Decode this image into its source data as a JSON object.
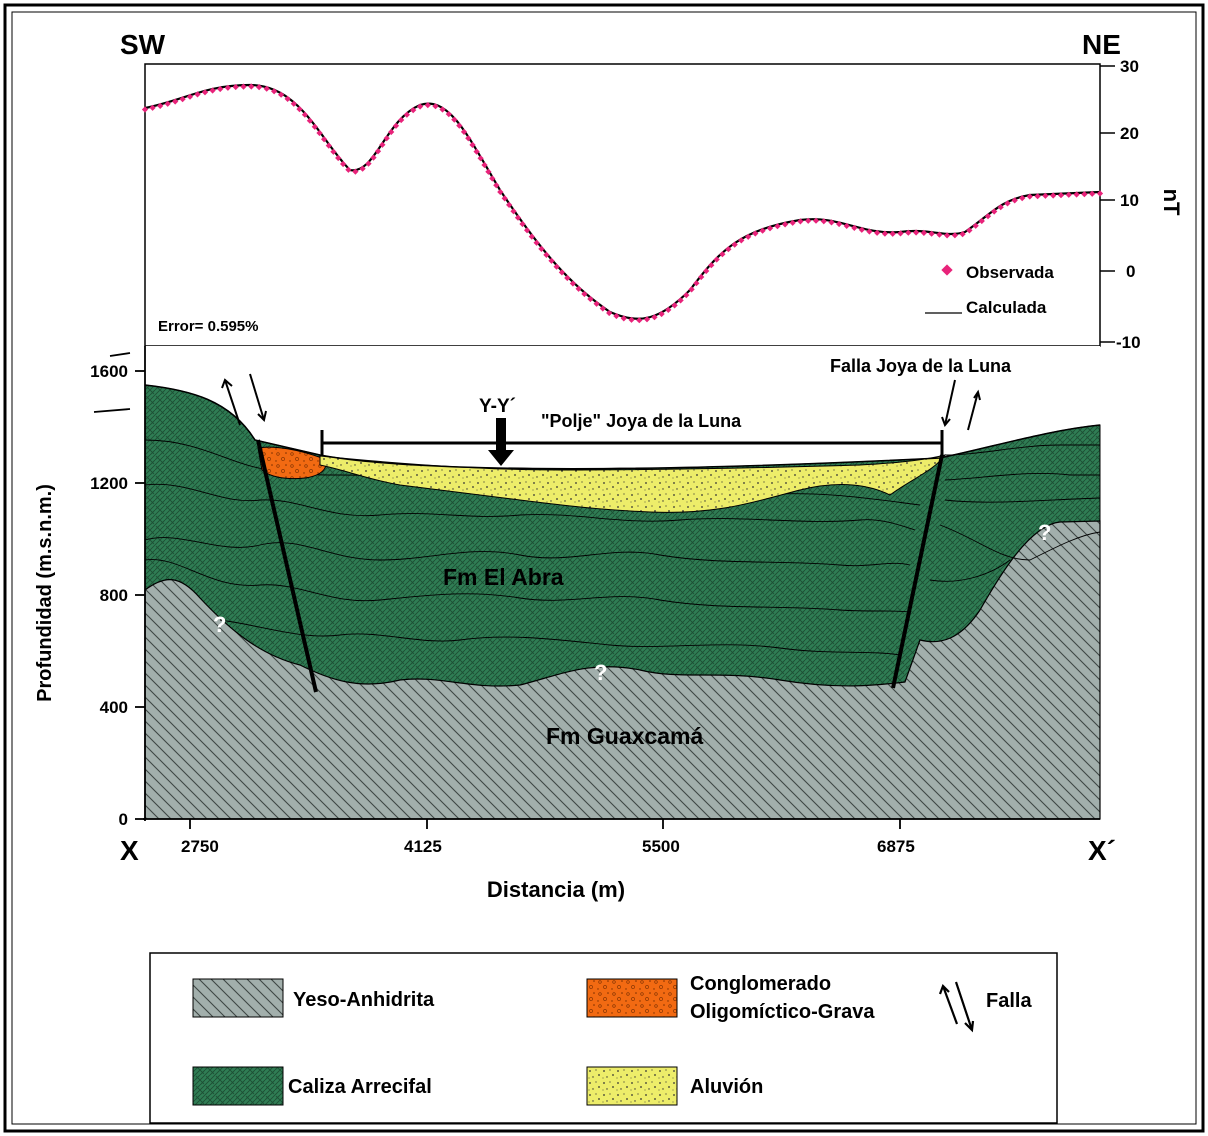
{
  "compass": {
    "left": "SW",
    "right": "NE"
  },
  "magnetic": {
    "y_axis_label": "nT",
    "y_ticks": [
      "30",
      "20",
      "10",
      "0",
      "-10"
    ],
    "legend_observed": "Observada",
    "legend_calculated": "Calculada",
    "error_text": "Error= 0.595%",
    "observed_color": "#e8237a"
  },
  "section": {
    "y_axis_label": "Profundidad (m.s.n.m.)",
    "y_ticks": [
      "1600",
      "1200",
      "800",
      "400",
      "0"
    ],
    "x_axis_label": "Distancia (m)",
    "x_ticks": [
      "2750",
      "4125",
      "5500",
      "6875"
    ],
    "x_start": "X",
    "x_end": "X´",
    "fault_label": "Falla Joya de la Luna",
    "profile_marker": "Y-Y´",
    "polje_label": "\"Polje\" Joya de la Luna",
    "unit_abra": "Fm El Abra",
    "unit_guaxcama": "Fm Guaxcamá",
    "question_mark": "?"
  },
  "legend": {
    "yeso": "Yeso-Anhidrita",
    "conglomerado_1": "Conglomerado",
    "conglomerado_2": "Oligomíctico-Grava",
    "falla": "Falla",
    "caliza": "Caliza Arrecifal",
    "aluvion": "Aluvión"
  },
  "colors": {
    "gypsum": "#a2afac",
    "limestone": "#2f7d54",
    "alluvium": "#eded6a",
    "conglomerate": "#f26a12"
  }
}
